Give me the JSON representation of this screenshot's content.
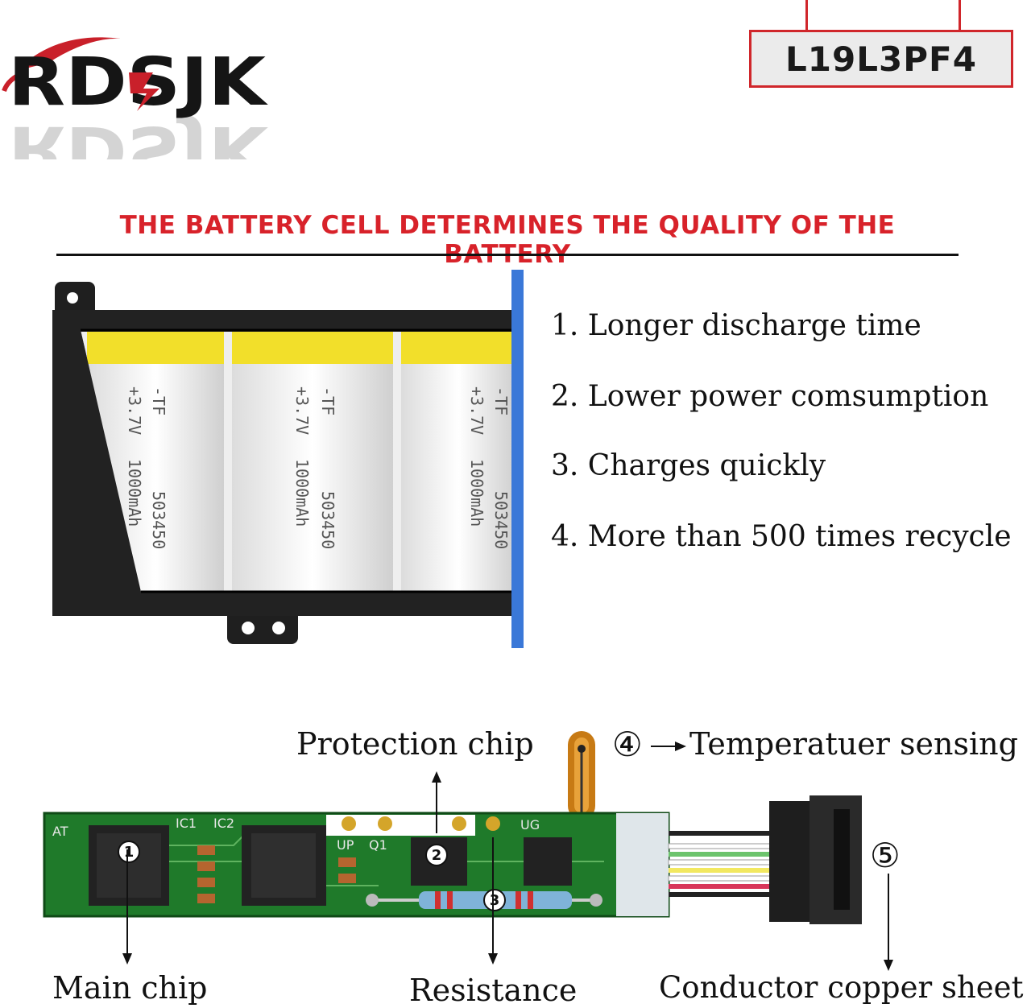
{
  "brand": {
    "logo_text": "RDSJK"
  },
  "model": {
    "code": "L19L3PF4"
  },
  "headline": "THE BATTERY CELL DETERMINES THE QUALITY OF THE BATTERY",
  "features": [
    "1. Longer discharge time",
    "2. Lower power comsumption",
    "3. Charges quickly",
    "4. More than 500 times recycle"
  ],
  "cells": {
    "printed_text": [
      "503450",
      "1000mAh",
      "+3.7V",
      "-TF"
    ]
  },
  "pcb": {
    "silkscreen": [
      "AT",
      "IC1",
      "IC2",
      "UP",
      "Q1",
      "UG"
    ],
    "markers": [
      "1",
      "2",
      "3"
    ],
    "labels": {
      "protection_chip": "Protection chip",
      "temperature_marker": "④",
      "temperature": "Temperatuer sensing",
      "copper_marker": "⑤",
      "main_chip": "Main chip",
      "resistance": "Resistance",
      "conductor": "Conductor copper sheet"
    }
  },
  "colors": {
    "accent_red": "#d8222a",
    "pcb_green": "#1f7a2a",
    "cell_yellow": "#f2df2a",
    "frame_blue": "#3a78d8"
  }
}
